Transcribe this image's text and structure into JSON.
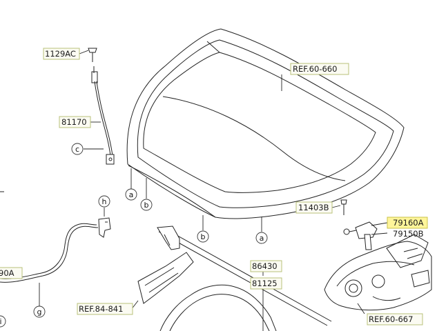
{
  "labels": {
    "l_1129ac": "1129AC",
    "l_81170": "81170",
    "l_ref60660": "REF.60-660",
    "l_11403b": "11403B",
    "l_79160a": "79160A",
    "l_79150b": "79150B",
    "l_86430": "86430",
    "l_81125": "81125",
    "l_ref84841": "REF.84-841",
    "l_ref60667": "REF.60-667",
    "l_90a": "90A"
  },
  "callouts": {
    "c_c": "c",
    "c_h": "h",
    "c_a1": "a",
    "c_b1": "b",
    "c_b2": "b",
    "c_a2": "a",
    "c_g": "g",
    "c_i": "i"
  },
  "colors": {
    "label_box_fill": "#fbfbf2",
    "label_box_stroke": "#b8c27a",
    "highlight_fill": "#fff59a"
  }
}
